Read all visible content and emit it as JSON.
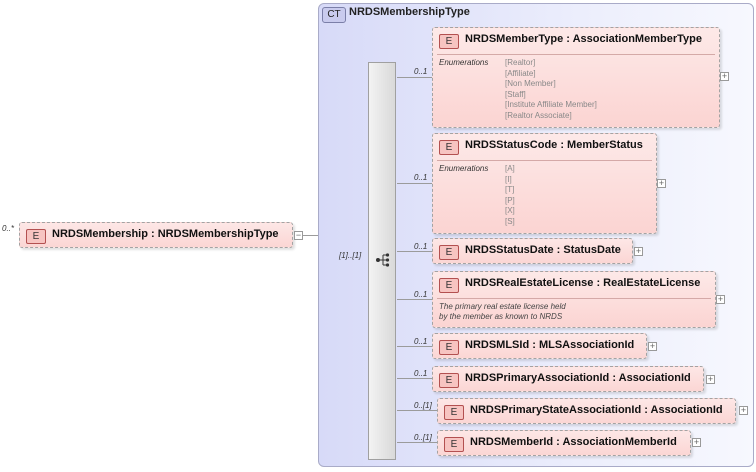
{
  "root": {
    "badge": "E",
    "name": "NRDSMembership : NRDSMembershipType",
    "cardinality": "0..*",
    "collapse_icon": "minus-icon"
  },
  "complex_type": {
    "badge": "CT",
    "name": "NRDSMembershipType",
    "sequence_cardinality": "[1]..[1]",
    "sequence_icon": "sequence-compositor-icon"
  },
  "elements": [
    {
      "badge": "E",
      "name": "NRDSMemberType : AssociationMemberType",
      "cardinality": "0..1",
      "enum_header": "Enumerations",
      "enumerations": [
        "[Realtor]",
        "[Affiliate]",
        "[Non Member]",
        "[Staff]",
        "[Institute Affiliate Member]",
        "[Realtor Associate]"
      ]
    },
    {
      "badge": "E",
      "name": "NRDSStatusCode : MemberStatus",
      "cardinality": "0..1",
      "enum_header": "Enumerations",
      "enumerations": [
        "[A]",
        "[I]",
        "[T]",
        "[P]",
        "[X]",
        "[S]"
      ]
    },
    {
      "badge": "E",
      "name": "NRDSStatusDate : StatusDate",
      "cardinality": "0..1"
    },
    {
      "badge": "E",
      "name": "NRDSRealEstateLicense : RealEstateLicense",
      "cardinality": "0..1",
      "doc_line1": "The primary real estate license held",
      "doc_line2": "by the member as known to NRDS"
    },
    {
      "badge": "E",
      "name": "NRDSMLSId : MLSAssociationId",
      "cardinality": "0..1"
    },
    {
      "badge": "E",
      "name": "NRDSPrimaryAssociationId : AssociationId",
      "cardinality": "0..1"
    },
    {
      "badge": "E",
      "name": "NRDSPrimaryStateAssociationId : AssociationId",
      "cardinality": "0..[1]"
    },
    {
      "badge": "E",
      "name": "NRDSMemberId : AssociationMemberId",
      "cardinality": "0..[1]"
    }
  ],
  "expand_icon": "plus-icon",
  "colors": {
    "element_fill": "#fbd4d2",
    "element_badge_border": "#b35050",
    "complex_type_fill": "#d7daf8",
    "connector": "#9b9b9b"
  }
}
